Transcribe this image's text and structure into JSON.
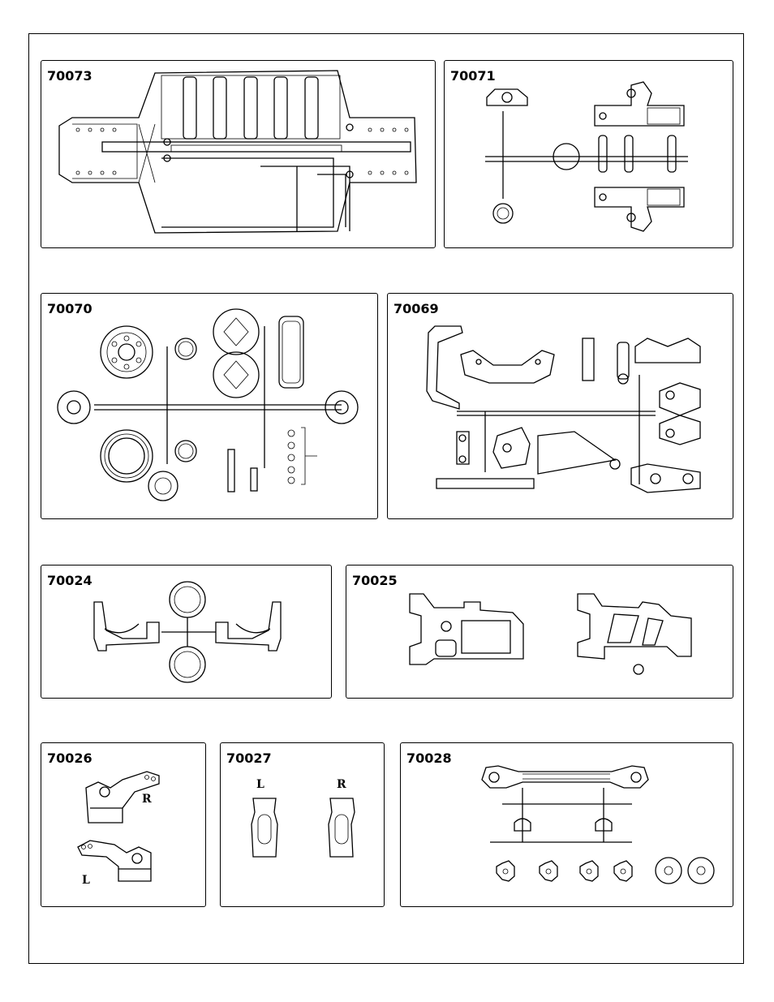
{
  "panels": [
    {
      "id": "p70073",
      "label": "70073"
    },
    {
      "id": "p70071",
      "label": "70071"
    },
    {
      "id": "p70070",
      "label": "70070"
    },
    {
      "id": "p70069",
      "label": "70069"
    },
    {
      "id": "p70024",
      "label": "70024"
    },
    {
      "id": "p70025",
      "label": "70025"
    },
    {
      "id": "p70026",
      "label": "70026"
    },
    {
      "id": "p70027",
      "label": "70027"
    },
    {
      "id": "p70028",
      "label": "70028"
    }
  ],
  "side_labels": {
    "right": "R",
    "left": "L"
  }
}
